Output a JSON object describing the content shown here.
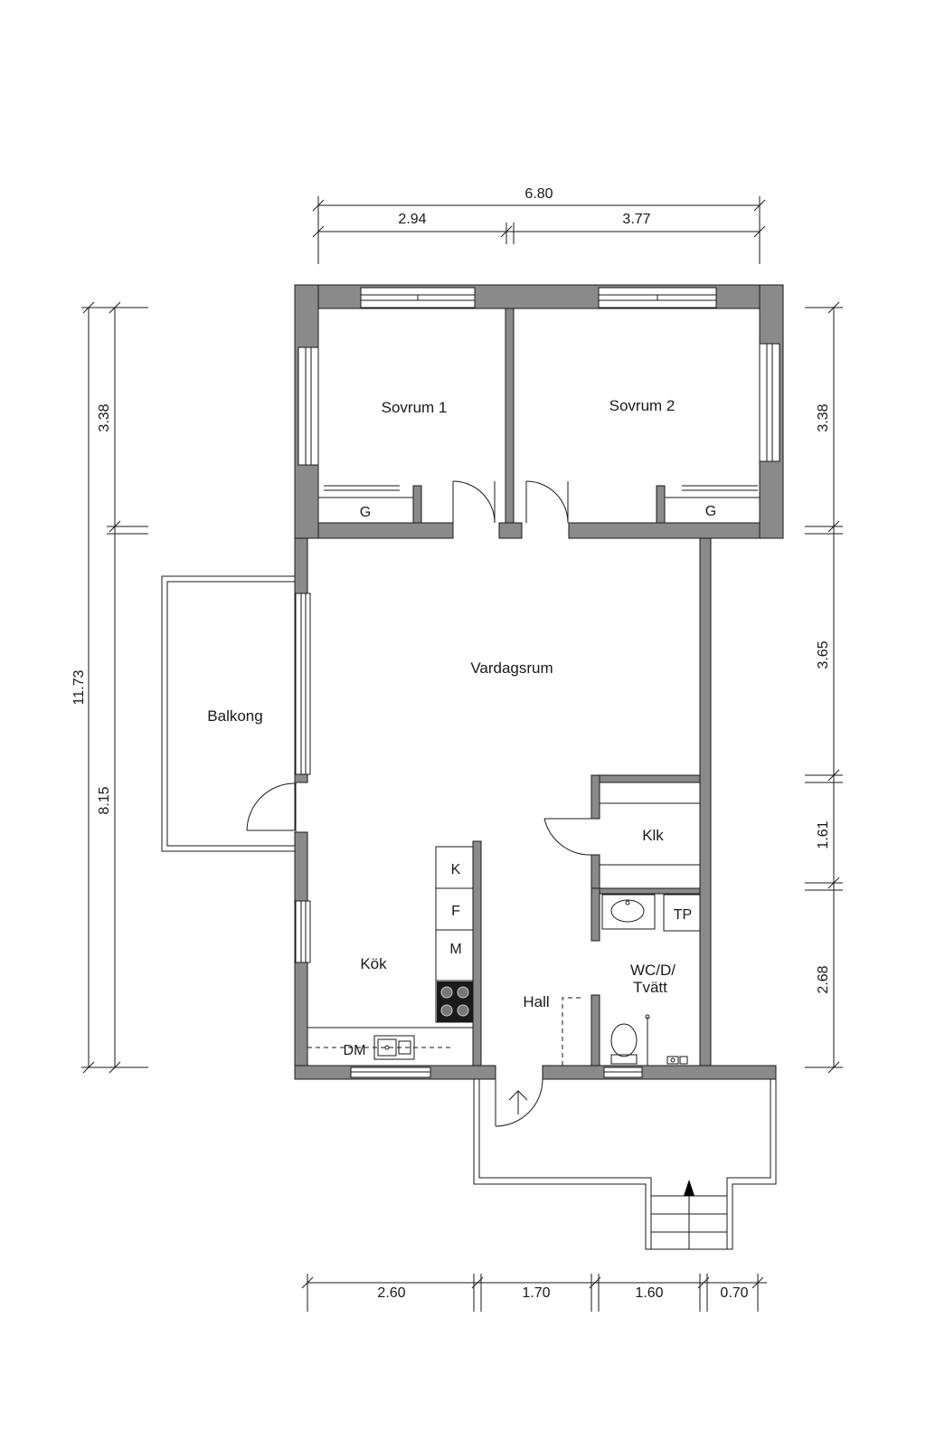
{
  "colors": {
    "wall": "#8a8a8a",
    "line": "#1a1a1a",
    "background": "#ffffff",
    "thin": "#555555"
  },
  "rooms": {
    "sovrum1": "Sovrum 1",
    "sovrum2": "Sovrum 2",
    "vardagsrum": "Vardagsrum",
    "balkong": "Balkong",
    "klk": "Klk",
    "kok": "Kök",
    "hall": "Hall",
    "wc_line1": "WC/D/",
    "wc_line2": "Tvätt"
  },
  "fixtures": {
    "g_left": "G",
    "g_right": "G",
    "k": "K",
    "f": "F",
    "m": "M",
    "tp": "TP",
    "dm": "DM"
  },
  "dimensions": {
    "top_total": "6.80",
    "top_left": "2.94",
    "top_right": "3.77",
    "left_total": "11.73",
    "left_upper": "3.38",
    "left_lower": "8.15",
    "right_1": "3.38",
    "right_2": "3.65",
    "right_3": "1.61",
    "right_4": "2.68",
    "bottom_1": "2.60",
    "bottom_2": "1.70",
    "bottom_3": "1.60",
    "bottom_4": "0.70"
  }
}
